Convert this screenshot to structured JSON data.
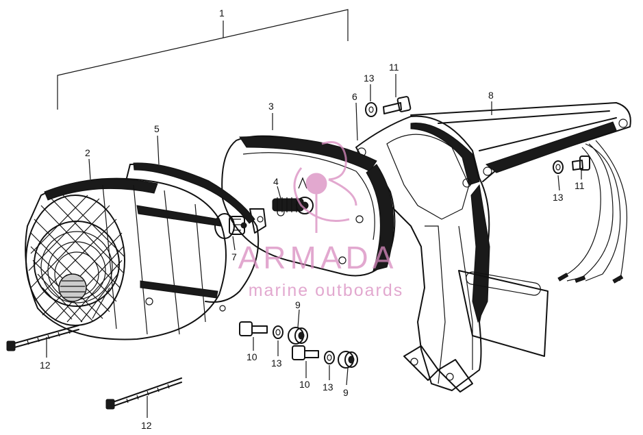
{
  "diagram": {
    "callouts": [
      {
        "label": "1"
      },
      {
        "label": "2"
      },
      {
        "label": "3"
      },
      {
        "label": "4"
      },
      {
        "label": "5"
      },
      {
        "label": "6"
      },
      {
        "label": "7"
      },
      {
        "label": "8"
      },
      {
        "label": "9"
      },
      {
        "label": "9"
      },
      {
        "label": "10"
      },
      {
        "label": "10"
      },
      {
        "label": "11"
      },
      {
        "label": "11"
      },
      {
        "label": "12"
      },
      {
        "label": "12"
      },
      {
        "label": "13"
      },
      {
        "label": "13"
      },
      {
        "label": "13"
      },
      {
        "label": "13"
      }
    ]
  },
  "watermark": {
    "brand": "ARMADA",
    "tagline": "marine outboards",
    "color": "#d98bc0"
  },
  "colors": {
    "line": "#111111",
    "background": "#ffffff"
  }
}
